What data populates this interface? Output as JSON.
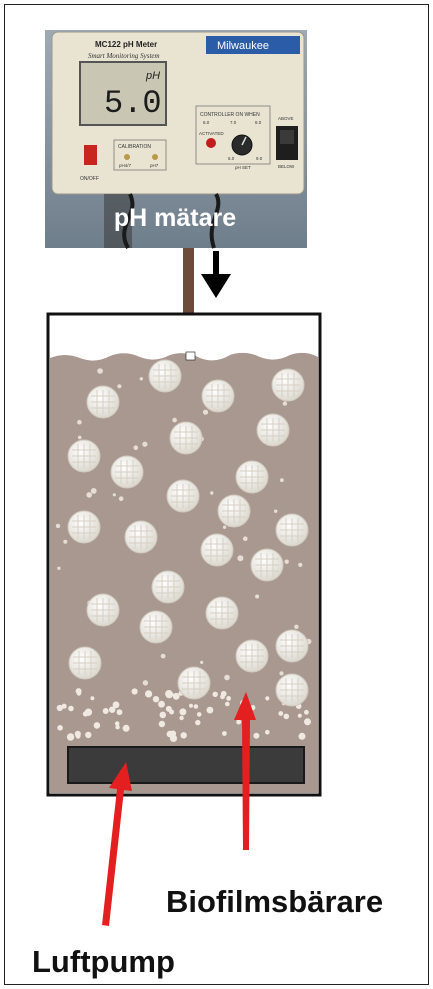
{
  "meter": {
    "model_label": "MC122 pH Meter",
    "subtitle": "Smart Monitoring System",
    "brand": "Milwaukee",
    "unit": "pH",
    "reading": "5.0",
    "calibration_label": "CALIBRATION",
    "controller_label": "CONTROLLER ON WHEN",
    "activated_label": "ACTIVATED",
    "onoff_label": "ON/OFF",
    "above_label": "ABOVE",
    "below_label": "BELOW",
    "ph_set_label": "pH SET",
    "cal_ph4": "pH4/7",
    "cal_ph7": "pH7",
    "dial_ticks": [
      "6.0",
      "7.0",
      "8.0",
      "5.0",
      "9.0"
    ],
    "overlay_title": "pH mätare"
  },
  "labels": {
    "biofilm_carrier": "Biofilmsbärare",
    "air_pump": "Luftpump"
  },
  "colors": {
    "liquid": "#a99890",
    "arrow_red": "#e3201f",
    "carrier": "#f3f1ea",
    "pump": "#3b3b3b",
    "probe": "#6e4a3a"
  }
}
